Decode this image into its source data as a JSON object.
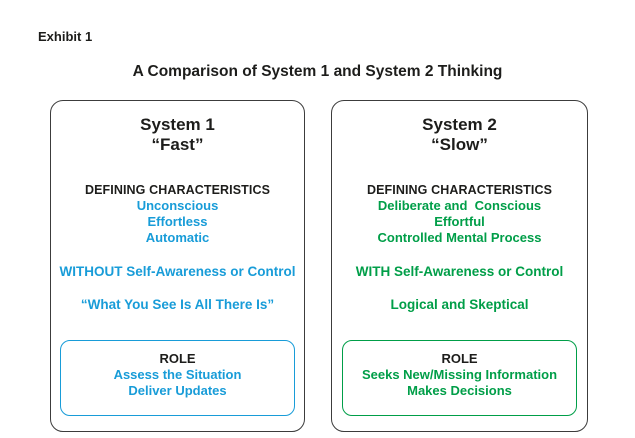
{
  "exhibit_label": "Exhibit 1",
  "title": "A Comparison of System 1 and System 2 Thinking",
  "colors": {
    "system1-accent": "#189CD8",
    "system2-accent": "#009E48",
    "text": "#1d1d1b",
    "box-border": "#3c3c3c"
  },
  "boxes": [
    {
      "heading": "System 1",
      "subheading": "“Fast”",
      "section_label": "DEFINING CHARACTERISTICS",
      "characteristics": [
        "Unconscious",
        "Effortless",
        "Automatic"
      ],
      "awareness": "WITHOUT Self-Awareness or Control",
      "statement": "“What You See Is All There Is”",
      "role": {
        "label": "ROLE",
        "lines": [
          "Assess the Situation",
          "Deliver Updates"
        ]
      }
    },
    {
      "heading": "System 2",
      "subheading": "“Slow”",
      "section_label": "DEFINING CHARACTERISTICS",
      "characteristics": [
        "Deliberate and  Conscious",
        "Effortful",
        "Controlled Mental Process"
      ],
      "awareness": "WITH Self-Awareness or Control",
      "statement": "Logical and Skeptical",
      "role": {
        "label": "ROLE",
        "lines": [
          "Seeks New/Missing Information",
          "Makes Decisions"
        ]
      }
    }
  ]
}
